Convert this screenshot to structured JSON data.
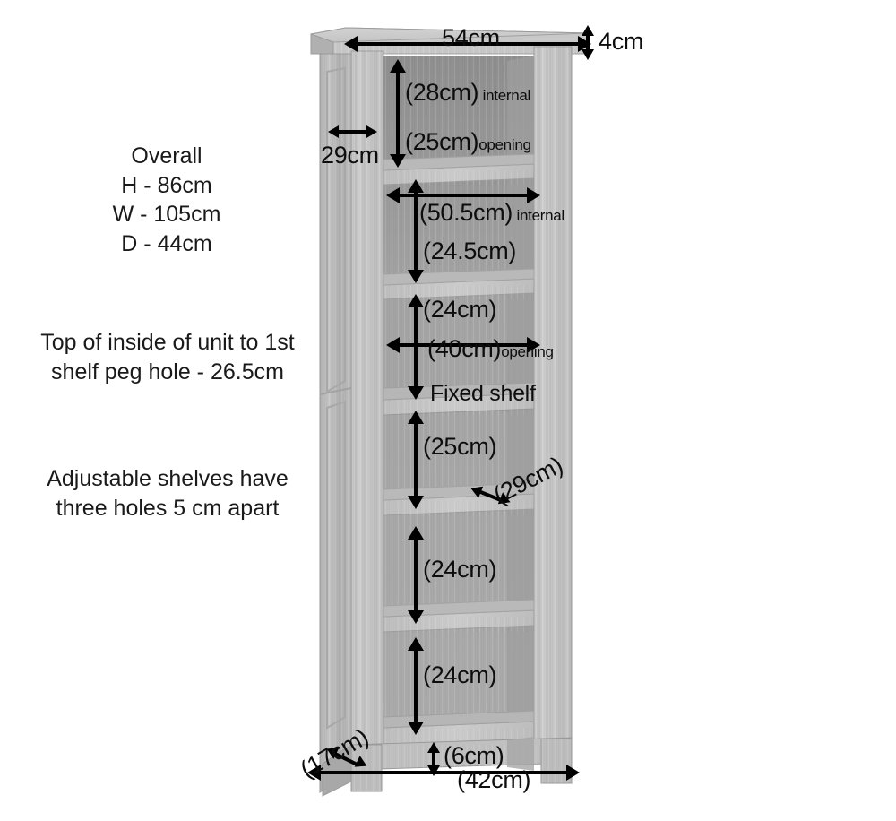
{
  "notes": {
    "overall": "Overall\nH - 86cm\nW - 105cm\nD - 44cm",
    "peg_hole": "Top of inside of unit to 1st\nshelf peg hole - 26.5cm",
    "adjustable": "Adjustable shelves have\nthree holes 5 cm apart"
  },
  "dimensions": {
    "top_width": "54cm",
    "top_thickness": "4cm",
    "side_depth": "29cm",
    "bay1_internal": "(28cm)",
    "bay1_internal_suffix": " internal",
    "bay1_opening": "(25cm)",
    "bay1_opening_suffix": "opening",
    "bay2_width_internal": "(50.5cm)",
    "bay2_width_suffix": " internal",
    "bay2_height": "(24.5cm)",
    "bay3_height": "(24cm)",
    "bay3_width_opening": "(40cm)",
    "bay3_width_suffix": "opening",
    "fixed_shelf": "Fixed shelf",
    "bay4_height": "(25cm)",
    "shelf_depth": "(29cm)",
    "bay5_height": "(24cm)",
    "bay6_height": "(24cm)",
    "plinth_height": "(6cm)",
    "base_width": "(42cm)",
    "base_depth": "(17cm)"
  },
  "colors": {
    "wood_light": "#c9c9c9",
    "wood_mid": "#b4b4b4",
    "wood_dark": "#9a9a9a",
    "interior_back": "#a8a8a8",
    "interior_shadow": "#8e8e8e",
    "arrow": "#000000",
    "text": "#111111",
    "background": "#ffffff"
  }
}
